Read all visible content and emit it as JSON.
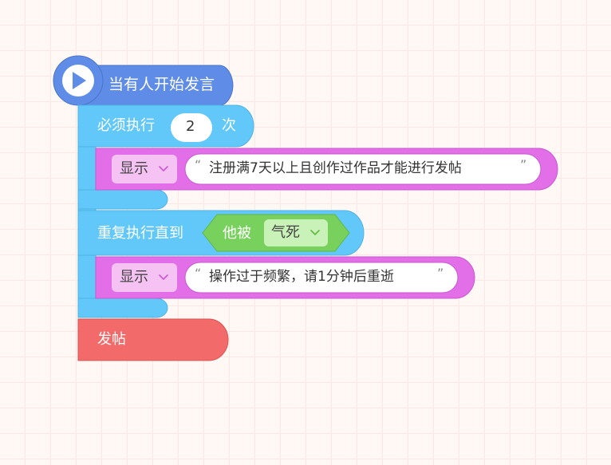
{
  "hat": {
    "label": "当有人开始发言"
  },
  "repeat_times": {
    "prefix": "必须执行",
    "count": "2",
    "suffix": "次"
  },
  "show_block_1": {
    "dropdown": "显示",
    "quote_open": "“",
    "message": "注册满7天以上且创作过作品才能进行发帖",
    "quote_close": "”"
  },
  "repeat_until": {
    "label": "重复执行直到"
  },
  "condition": {
    "label": "他被",
    "dropdown": "气死"
  },
  "show_block_2": {
    "dropdown": "显示",
    "quote_open": "“",
    "message": "操作过于频繁，请1分钟后重逝",
    "quote_close": "”"
  },
  "post_block": {
    "label": "发帖"
  },
  "icons": {
    "hat": "play-icon",
    "dropdown": "chevron-down-icon"
  },
  "colors": {
    "hat": "#5e8ce6",
    "loop": "#62c8f9",
    "looks": "#e26ee8",
    "operator": "#77d15c",
    "action": "#f26a6a",
    "dropdown_bg": "#f6c2f4",
    "condition_dropdown_bg": "#c9f2b8"
  }
}
